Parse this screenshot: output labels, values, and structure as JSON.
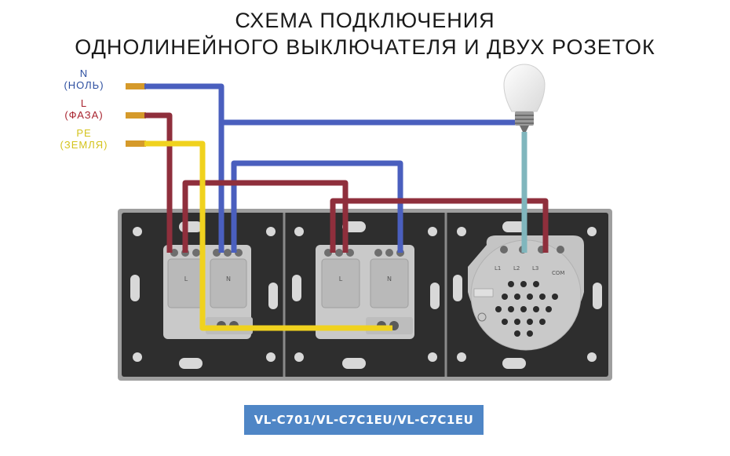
{
  "title": {
    "line1": "СХЕМА ПОДКЛЮЧЕНИЯ",
    "line2": "ОДНОЛИНЕЙНОГО ВЫКЛЮЧАТЕЛЯ И ДВУХ РОЗЕТОК"
  },
  "wires": {
    "n": {
      "symbol": "N",
      "name": "(НОЛЬ)",
      "color": "#2d4fa0"
    },
    "l": {
      "symbol": "L",
      "name": "(ФАЗА)",
      "color": "#a8232e"
    },
    "pe": {
      "symbol": "PE",
      "name": "(ЗЕМЛЯ)",
      "color": "#d4c31c"
    }
  },
  "socket_terminals": {
    "left": "L",
    "right": "N"
  },
  "switch_terminals": [
    "L1",
    "L2",
    "L3",
    "COM"
  ],
  "model": "VL-C701/VL-C7C1EU/VL-C7C1EU",
  "colors": {
    "blue_wire": "#4a5fbe",
    "red_wire": "#8f2f3c",
    "yellow_wire": "#f0d21e",
    "teal_wire": "#80b6bd",
    "frame": "#2b2b2b",
    "module_gray": "#c8c8c8"
  }
}
